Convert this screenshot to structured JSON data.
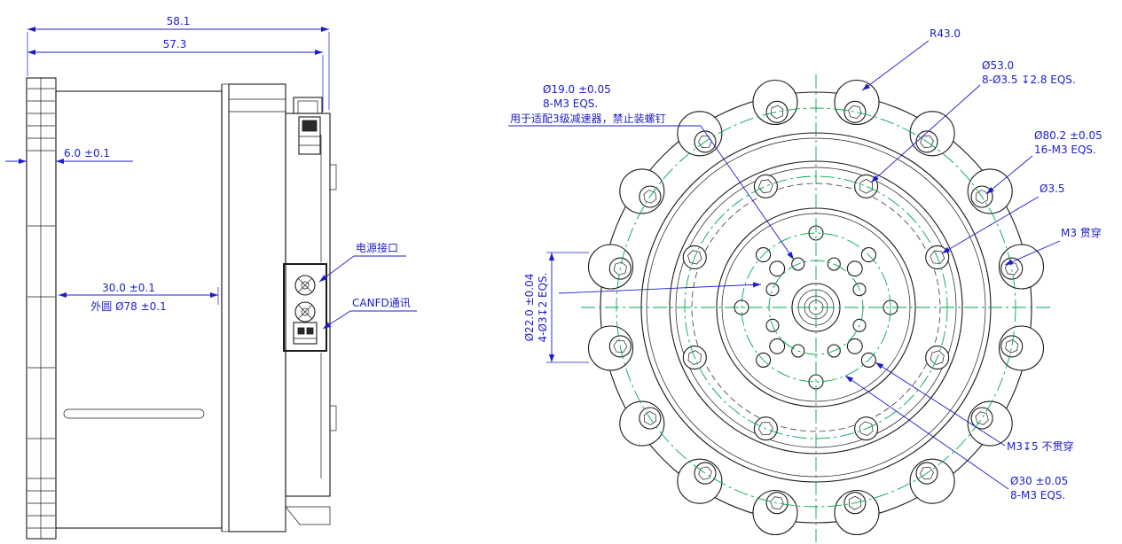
{
  "side_view": {
    "dim_width_total": "58.1",
    "dim_width_body": "57.3",
    "dim_fin": "6.0 ±0.1",
    "dim_depth": "30.0 ±0.1",
    "dim_outer_dia": "外圆 Ø78 ±0.1",
    "label_power": "电源接口",
    "label_canfd": "CANFD通讯"
  },
  "front_view": {
    "radius_outer": "R43.0",
    "bc53_dia": "Ø53.0",
    "bc53_note": "8-Ø3.5 ↧2.8 EQS.",
    "bc19_dia": "Ø19.0 ±0.05",
    "bc19_note": "8-M3 EQS.",
    "bc19_caption": "用于适配3级减速器，禁止装螺钉",
    "bc80_dia": "Ø80.2 ±0.05",
    "bc80_note": "16-M3 EQS.",
    "hole_dia": "Ø3.5",
    "thread_through": "M3 贯穿",
    "bc22_dia": "Ø22.0 ±0.04",
    "bc22_note": "4-Ø3↧2 EQS.",
    "thread_blind": "M3↧5 不贯穿",
    "bc30_dia": "Ø30 ±0.05",
    "bc30_note": "8-M3 EQS."
  },
  "colors": {
    "dimension_blue": "#1c1ccd",
    "outline_black": "#1a1a1a",
    "centerline_green": "#00a650"
  }
}
